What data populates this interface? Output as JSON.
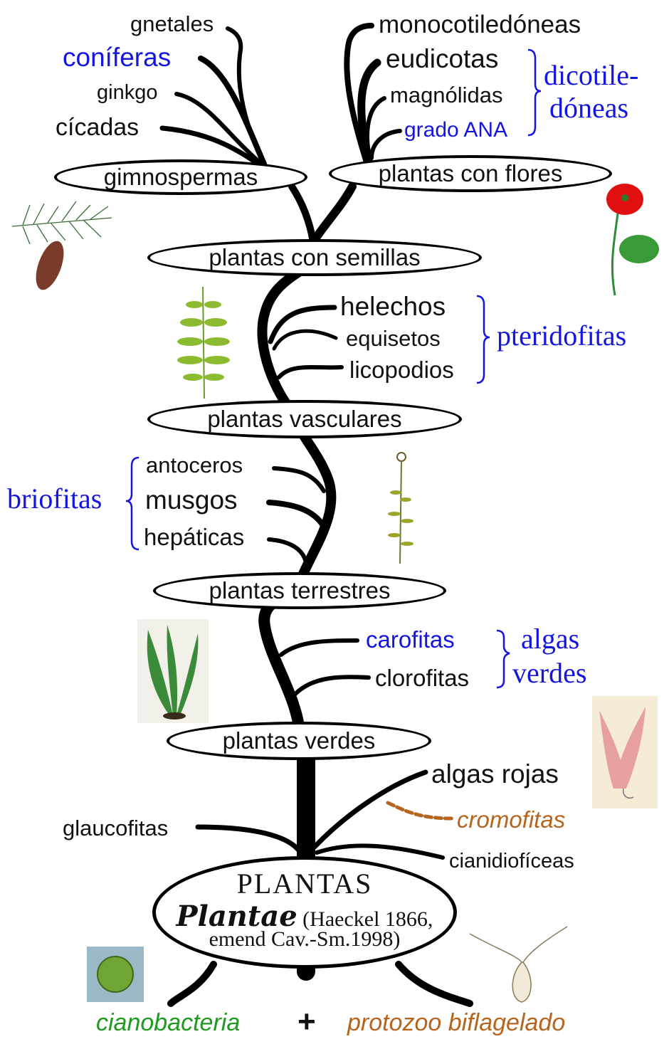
{
  "nodes": {
    "gimnospermas": "gimnospermas",
    "plantas_con_flores": "plantas con flores",
    "plantas_con_semillas": "plantas con semillas",
    "plantas_vasculares": "plantas vasculares",
    "plantas_terrestres": "plantas terrestres",
    "plantas_verdes": "plantas verdes"
  },
  "gymnosperm_leaves": {
    "gnetales": "gnetales",
    "coniferas": "coníferas",
    "ginkgo": "ginkgo",
    "cicadas": "cícadas"
  },
  "angiosperm_leaves": {
    "monocotiledoneas": "monocotiledóneas",
    "eudicotas": "eudicotas",
    "magnolidas": "magnólidas",
    "grado_ana": "grado ANA"
  },
  "dicot_group": {
    "line1": "dicotile-",
    "line2": "dóneas"
  },
  "fern_leaves": {
    "helechos": "helechos",
    "equisetos": "equisetos",
    "licopodios": "licopodios"
  },
  "fern_group": "pteridofitas",
  "bryophyte_leaves": {
    "antoceros": "antoceros",
    "musgos": "musgos",
    "hepaticas": "hepáticas"
  },
  "bryophyte_group": "briofitas",
  "green_algae_leaves": {
    "carofitas": "carofitas",
    "clorofitas": "clorofitas"
  },
  "green_algae_group": {
    "line1": "algas",
    "line2": "verdes"
  },
  "base_branches": {
    "algas_rojas": "algas rojas",
    "cromofitas": "cromofitas",
    "glaucofitas": "glaucofitas",
    "cianidioficeas": "cianidiofíceas"
  },
  "root": {
    "title": "PLANTAS",
    "scientific": "Plantae",
    "citation1": "(Haeckel 1866,",
    "citation2": "emend Cav.-Sm.1998)"
  },
  "origin": {
    "left": "cianobacteria",
    "plus": "+",
    "right": "protozoo biflagelado"
  },
  "colors": {
    "tree": "#000000",
    "group_label": "#1515e0",
    "cromofitas": "#b5651d",
    "cianobacteria": "#1e9a1e",
    "protozoo": "#b5651d"
  }
}
